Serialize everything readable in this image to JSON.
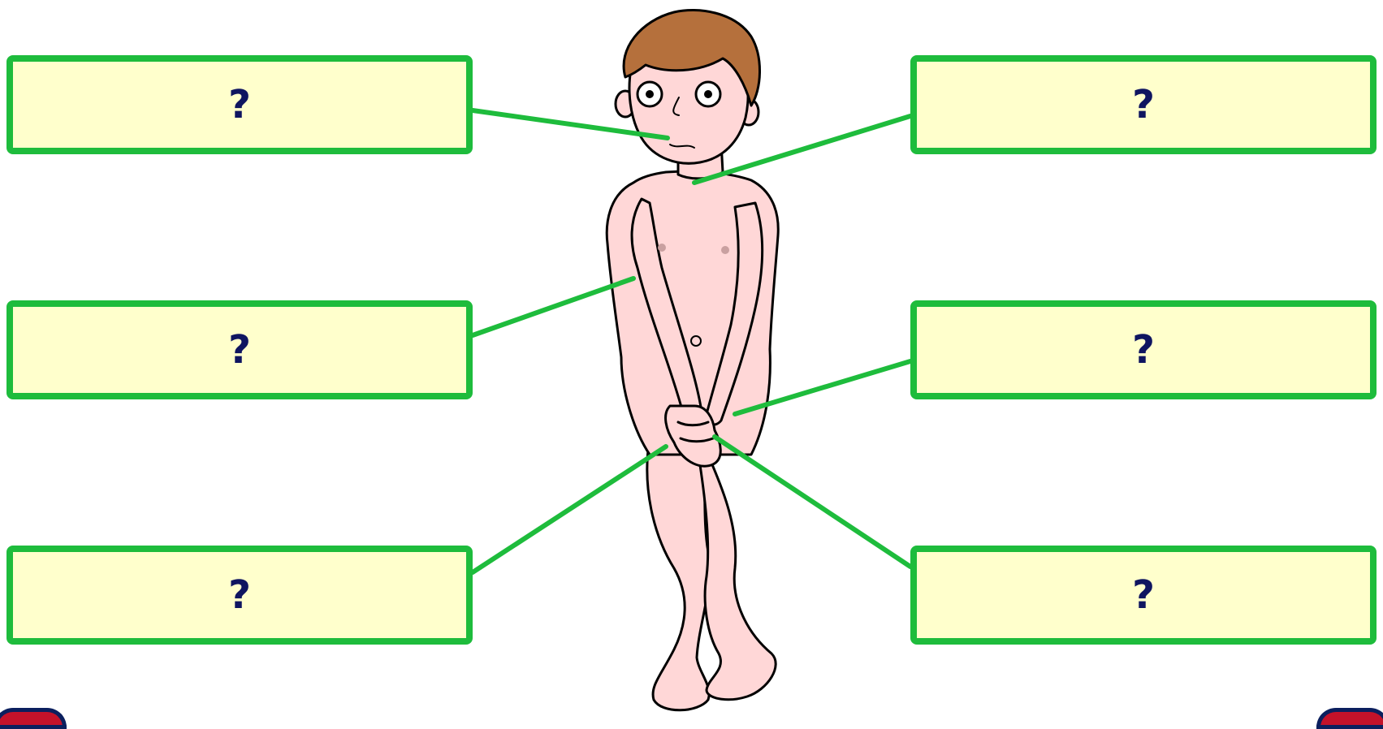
{
  "diagram": {
    "placeholder_mark": "?",
    "colors": {
      "box_fill": "#ffffcc",
      "box_border": "#1ebc3c",
      "leader_line": "#1ebc3c",
      "question_mark": "#0f1560",
      "skin": "#ffd7d7",
      "hair": "#b5703c",
      "outline": "#000000"
    },
    "labels": [
      {
        "id": "left-1",
        "side": "left",
        "text": "?",
        "points_to": "mouth"
      },
      {
        "id": "left-2",
        "side": "left",
        "text": "?",
        "points_to": "arm"
      },
      {
        "id": "left-3",
        "side": "left",
        "text": "?",
        "points_to": "hand"
      },
      {
        "id": "right-1",
        "side": "right",
        "text": "?",
        "points_to": "neck"
      },
      {
        "id": "right-2",
        "side": "right",
        "text": "?",
        "points_to": "hip"
      },
      {
        "id": "right-3",
        "side": "right",
        "text": "?",
        "points_to": "leg"
      }
    ]
  }
}
